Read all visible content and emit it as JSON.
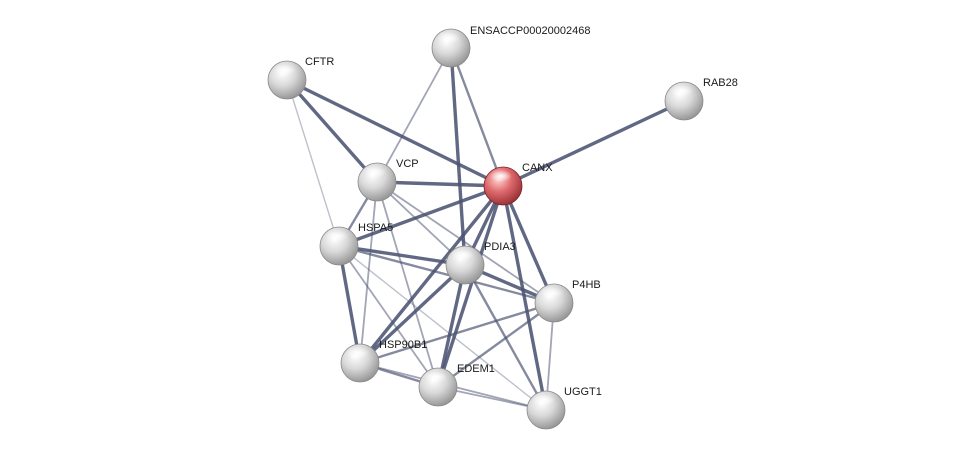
{
  "network": {
    "nodes": [
      {
        "id": "ensaccp",
        "label": "ENSACCP00020002468",
        "style": "grey"
      },
      {
        "id": "cftr",
        "label": "CFTR",
        "style": "grey"
      },
      {
        "id": "rab28",
        "label": "RAB28",
        "style": "grey"
      },
      {
        "id": "vcp",
        "label": "VCP",
        "style": "grey"
      },
      {
        "id": "canx",
        "label": "CANX",
        "style": "query"
      },
      {
        "id": "hspa5",
        "label": "HSPA5",
        "style": "grey"
      },
      {
        "id": "pdia3",
        "label": "PDIA3",
        "style": "grey"
      },
      {
        "id": "p4hb",
        "label": "P4HB",
        "style": "grey"
      },
      {
        "id": "hsp90b1",
        "label": "HSP90B1",
        "style": "grey"
      },
      {
        "id": "edem1",
        "label": "EDEM1",
        "style": "grey"
      },
      {
        "id": "uggt1",
        "label": "UGGT1",
        "style": "grey"
      }
    ],
    "edges": [
      {
        "source": "canx",
        "target": "rab28",
        "strength": "strong"
      },
      {
        "source": "canx",
        "target": "ensaccp",
        "strength": "medium"
      },
      {
        "source": "canx",
        "target": "cftr",
        "strength": "strong"
      },
      {
        "source": "canx",
        "target": "vcp",
        "strength": "strong"
      },
      {
        "source": "canx",
        "target": "hspa5",
        "strength": "strong"
      },
      {
        "source": "canx",
        "target": "pdia3",
        "strength": "strong"
      },
      {
        "source": "canx",
        "target": "p4hb",
        "strength": "strong"
      },
      {
        "source": "canx",
        "target": "hsp90b1",
        "strength": "strong"
      },
      {
        "source": "canx",
        "target": "edem1",
        "strength": "strong"
      },
      {
        "source": "canx",
        "target": "uggt1",
        "strength": "strong"
      },
      {
        "source": "ensaccp",
        "target": "vcp",
        "strength": "weak"
      },
      {
        "source": "ensaccp",
        "target": "pdia3",
        "strength": "strong"
      },
      {
        "source": "cftr",
        "target": "vcp",
        "strength": "strong"
      },
      {
        "source": "cftr",
        "target": "hspa5",
        "strength": "faint"
      },
      {
        "source": "vcp",
        "target": "hspa5",
        "strength": "medium"
      },
      {
        "source": "vcp",
        "target": "pdia3",
        "strength": "weak"
      },
      {
        "source": "vcp",
        "target": "p4hb",
        "strength": "weak"
      },
      {
        "source": "vcp",
        "target": "hsp90b1",
        "strength": "weak"
      },
      {
        "source": "vcp",
        "target": "edem1",
        "strength": "weak"
      },
      {
        "source": "hspa5",
        "target": "pdia3",
        "strength": "strong"
      },
      {
        "source": "hspa5",
        "target": "p4hb",
        "strength": "medium"
      },
      {
        "source": "hspa5",
        "target": "hsp90b1",
        "strength": "strong"
      },
      {
        "source": "hspa5",
        "target": "edem1",
        "strength": "weak"
      },
      {
        "source": "hspa5",
        "target": "uggt1",
        "strength": "faint"
      },
      {
        "source": "pdia3",
        "target": "p4hb",
        "strength": "strong"
      },
      {
        "source": "pdia3",
        "target": "hsp90b1",
        "strength": "strong"
      },
      {
        "source": "pdia3",
        "target": "edem1",
        "strength": "strong"
      },
      {
        "source": "pdia3",
        "target": "uggt1",
        "strength": "medium"
      },
      {
        "source": "p4hb",
        "target": "hsp90b1",
        "strength": "medium"
      },
      {
        "source": "p4hb",
        "target": "edem1",
        "strength": "medium"
      },
      {
        "source": "p4hb",
        "target": "uggt1",
        "strength": "weak"
      },
      {
        "source": "hsp90b1",
        "target": "edem1",
        "strength": "medium"
      },
      {
        "source": "hsp90b1",
        "target": "uggt1",
        "strength": "weak"
      },
      {
        "source": "edem1",
        "target": "uggt1",
        "strength": "weak"
      }
    ]
  },
  "colors": {
    "edge": "#4b5372",
    "node_grey_light": "#ffffff",
    "node_grey_mid": "#d9d9d9",
    "node_grey_dark": "#8c8c8c",
    "node_query_light": "#ffd6d6",
    "node_query_mid": "#e06a6e",
    "node_query_dark": "#8f2a2e"
  }
}
